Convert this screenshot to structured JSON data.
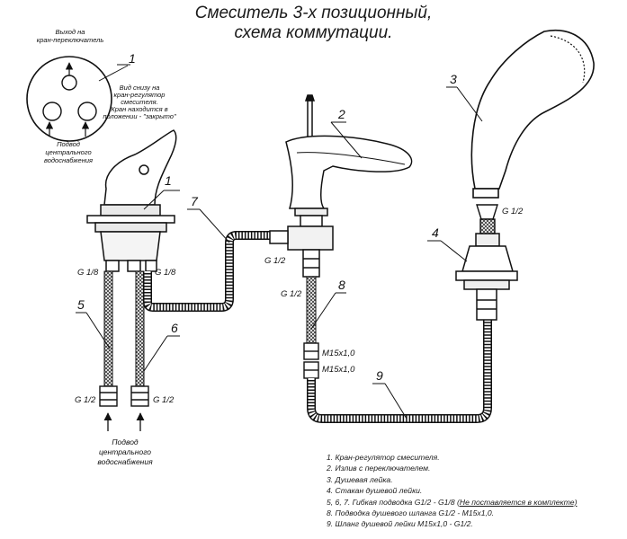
{
  "title_line1": "Смеситель 3-х позиционный,",
  "title_line2": "схема коммутации.",
  "inset": {
    "outlet_label": [
      "Выход на",
      "кран-переключатель"
    ],
    "view_note": [
      "Вид снизу на",
      "кран-регулятор",
      "смесителя.",
      "Кран находится в",
      "положении - \"закрыто\""
    ],
    "supply_label": [
      "Подвод",
      "центрального",
      "водоснабжения"
    ]
  },
  "callouts": [
    "1",
    "1",
    "2",
    "3",
    "4",
    "5",
    "6",
    "7",
    "8",
    "9"
  ],
  "threads": {
    "g18_left": "G 1/8",
    "g18_right": "G 1/8",
    "g12_a": "G 1/2",
    "g12_b": "G 1/2",
    "g12_shower": "G 1/2",
    "m15_a": "M15x1,0",
    "m15_b": "M15x1,0",
    "g12_bottom_left": "G 1/2",
    "g12_bottom_right": "G 1/2"
  },
  "supply_label_bottom": [
    "Подвод",
    "центрального",
    "водоснабжения"
  ],
  "legend": {
    "items": [
      "1. Кран-регулятор смесителя.",
      "2. Излив с переключателем.",
      "3. Душевая лейка.",
      "4. Стакан душевой лейки.",
      "5, 6, 7. Гибкая подводка G1/2 - G1/8",
      "8. Подводка душевого шланга G1/2 - M15x1,0.",
      "9. Шланг душевой лейки M15x1,0 - G1/2."
    ],
    "note": "(Не поставляется в комплекте)"
  }
}
